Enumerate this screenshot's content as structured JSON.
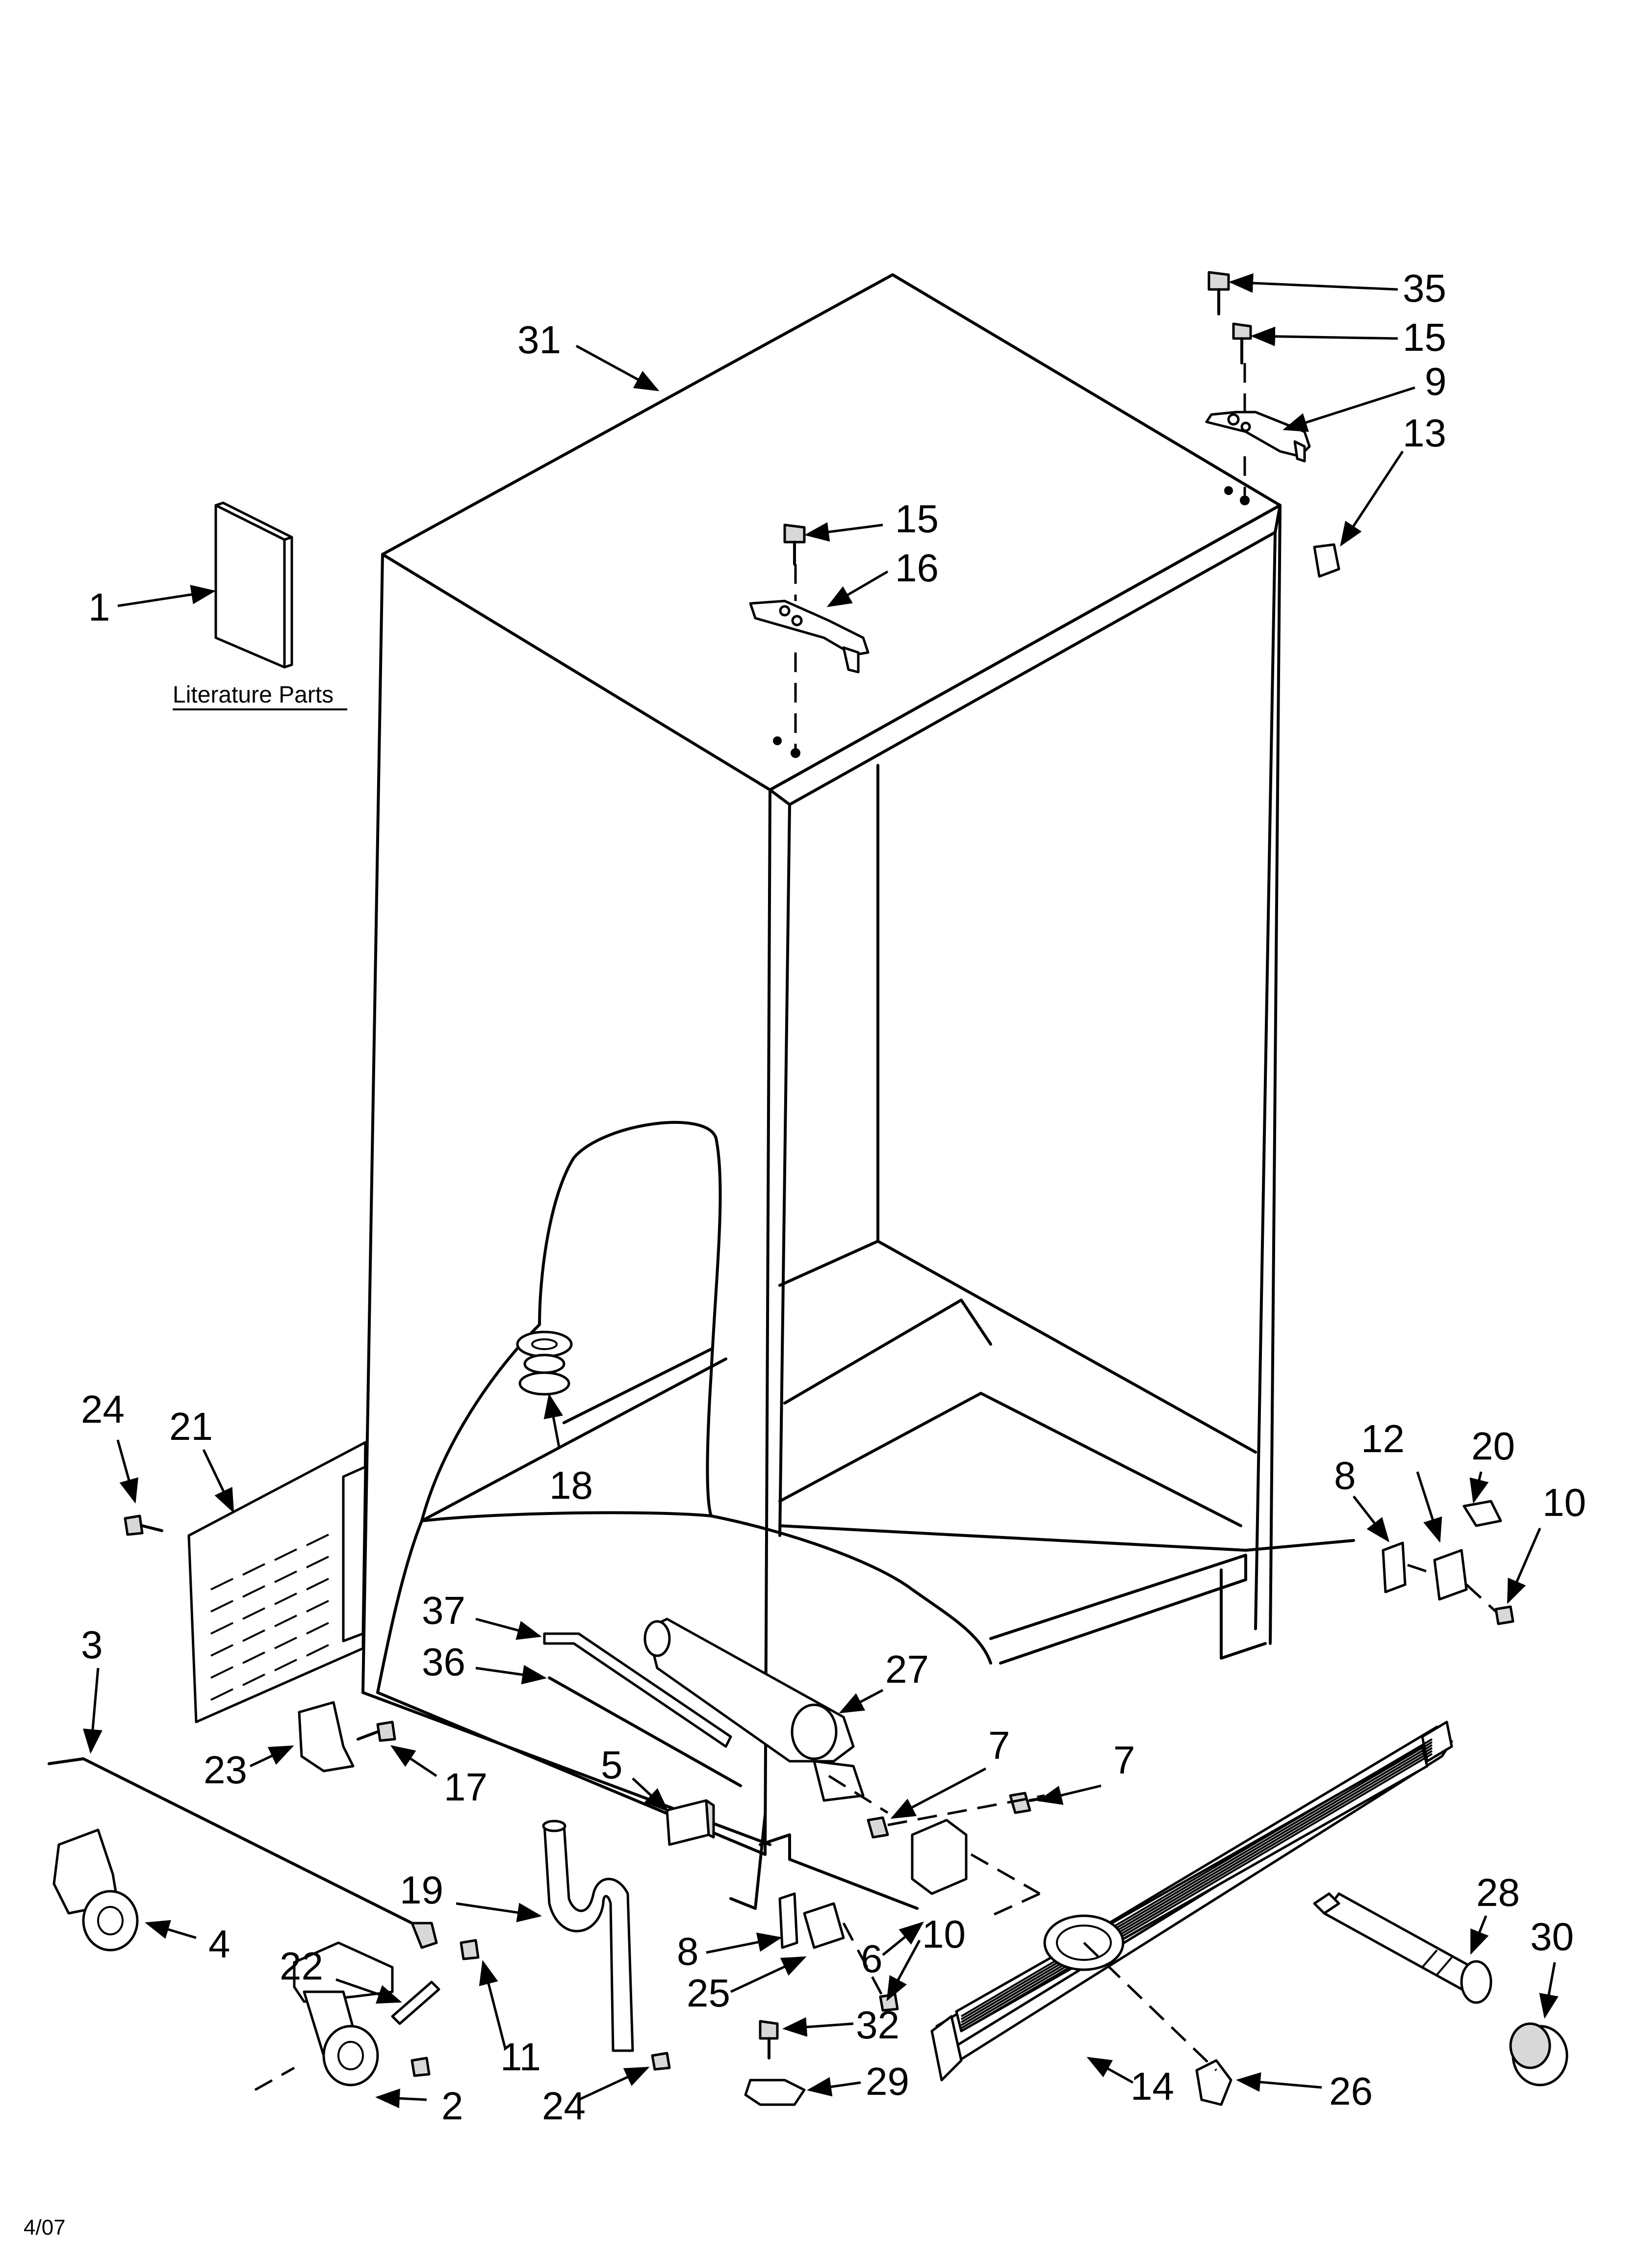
{
  "footer": {
    "revision": "4/07"
  },
  "literature": {
    "label": "Literature Parts"
  },
  "callouts": [
    {
      "id": "c31",
      "label": "31"
    },
    {
      "id": "c35",
      "label": "35"
    },
    {
      "id": "c15a",
      "label": "15"
    },
    {
      "id": "c9",
      "label": "9"
    },
    {
      "id": "c13",
      "label": "13"
    },
    {
      "id": "c15b",
      "label": "15"
    },
    {
      "id": "c16",
      "label": "16"
    },
    {
      "id": "c1",
      "label": "1"
    },
    {
      "id": "c24a",
      "label": "24"
    },
    {
      "id": "c21",
      "label": "21"
    },
    {
      "id": "c18",
      "label": "18"
    },
    {
      "id": "c8a",
      "label": "8"
    },
    {
      "id": "c12",
      "label": "12"
    },
    {
      "id": "c20",
      "label": "20"
    },
    {
      "id": "c10a",
      "label": "10"
    },
    {
      "id": "c37",
      "label": "37"
    },
    {
      "id": "c36",
      "label": "36"
    },
    {
      "id": "c27",
      "label": "27"
    },
    {
      "id": "c3",
      "label": "3"
    },
    {
      "id": "c23",
      "label": "23"
    },
    {
      "id": "c17",
      "label": "17"
    },
    {
      "id": "c5",
      "label": "5"
    },
    {
      "id": "c7a",
      "label": "7"
    },
    {
      "id": "c7b",
      "label": "7"
    },
    {
      "id": "c19",
      "label": "19"
    },
    {
      "id": "c4",
      "label": "4"
    },
    {
      "id": "c22",
      "label": "22"
    },
    {
      "id": "c8b",
      "label": "8"
    },
    {
      "id": "c6",
      "label": "6"
    },
    {
      "id": "c10b",
      "label": "10"
    },
    {
      "id": "c25",
      "label": "25"
    },
    {
      "id": "c28",
      "label": "28"
    },
    {
      "id": "c30",
      "label": "30"
    },
    {
      "id": "c11",
      "label": "11"
    },
    {
      "id": "c2",
      "label": "2"
    },
    {
      "id": "c24b",
      "label": "24"
    },
    {
      "id": "c32",
      "label": "32"
    },
    {
      "id": "c29",
      "label": "29"
    },
    {
      "id": "c14",
      "label": "14"
    },
    {
      "id": "c26",
      "label": "26"
    }
  ]
}
